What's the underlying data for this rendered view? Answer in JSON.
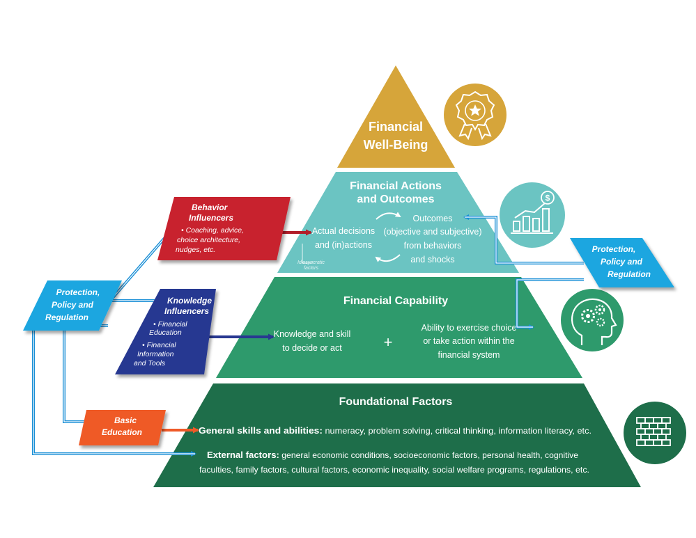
{
  "colors": {
    "gold": "#D6A53A",
    "light_teal": "#6BC4C2",
    "mid_green": "#2E9A6C",
    "dark_green": "#1E6E4A",
    "red": "#C8222F",
    "navy": "#283891",
    "orange": "#EF5A28",
    "sky_blue": "#1AA6E0",
    "arrow_blue": "#1A8FD6"
  },
  "pyramid": {
    "wellbeing": {
      "title_line1": "Financial",
      "title_line2": "Well-Being",
      "icon": "award-ribbon-star-icon"
    },
    "actions": {
      "title_line1": "Financial Actions",
      "title_line2": "and Outcomes",
      "left_line1": "Actual decisions",
      "left_line2": "and (in)actions",
      "right_line1": "Outcomes",
      "right_line2": "(objective and subjective)",
      "right_line3": "from behaviors",
      "right_line4": "and shocks",
      "idiosyncratic_line1": "Idiosyncratic",
      "idiosyncratic_line2": "factors",
      "icon": "rising-bar-chart-dollar-icon"
    },
    "capability": {
      "title": "Financial Capability",
      "left_line1": "Knowledge and skill",
      "left_line2": "to decide or act",
      "plus": "+",
      "right_line1": "Ability to exercise choice",
      "right_line2": "or take action within the",
      "right_line3": "financial system",
      "icon": "head-gears-icon"
    },
    "foundational": {
      "title": "Foundational Factors",
      "general_label": "General skills and abilities:",
      "general_text": " numeracy, problem solving, critical thinking, information literacy, etc.",
      "external_label": "External factors:",
      "external_text_line1": " general economic conditions, socioeconomic factors, personal health, cognitive",
      "external_text_line2": "faculties, family factors, cultural factors, economic inequality, social welfare programs, regulations, etc.",
      "icon": "brick-wall-icon"
    }
  },
  "side_boxes": {
    "behavior": {
      "title_line1": "Behavior",
      "title_line2": "Influencers",
      "text_line1": "• Coaching, advice,",
      "text_line2": "choice architecture,",
      "text_line3": "nudges, etc."
    },
    "knowledge": {
      "title_line1": "Knowledge",
      "title_line2": "Influencers",
      "item1_line1": "• Financial",
      "item1_line2": "Education",
      "item2_line1": "• Financial",
      "item2_line2": "Information",
      "item2_line3": "and Tools"
    },
    "basic": {
      "line1": "Basic",
      "line2": "Education"
    },
    "protection_left": {
      "line1": "Protection,",
      "line2": "Policy and",
      "line3": "Regulation"
    },
    "protection_right": {
      "line1": "Protection,",
      "line2": "Policy and",
      "line3": "Regulation"
    }
  }
}
